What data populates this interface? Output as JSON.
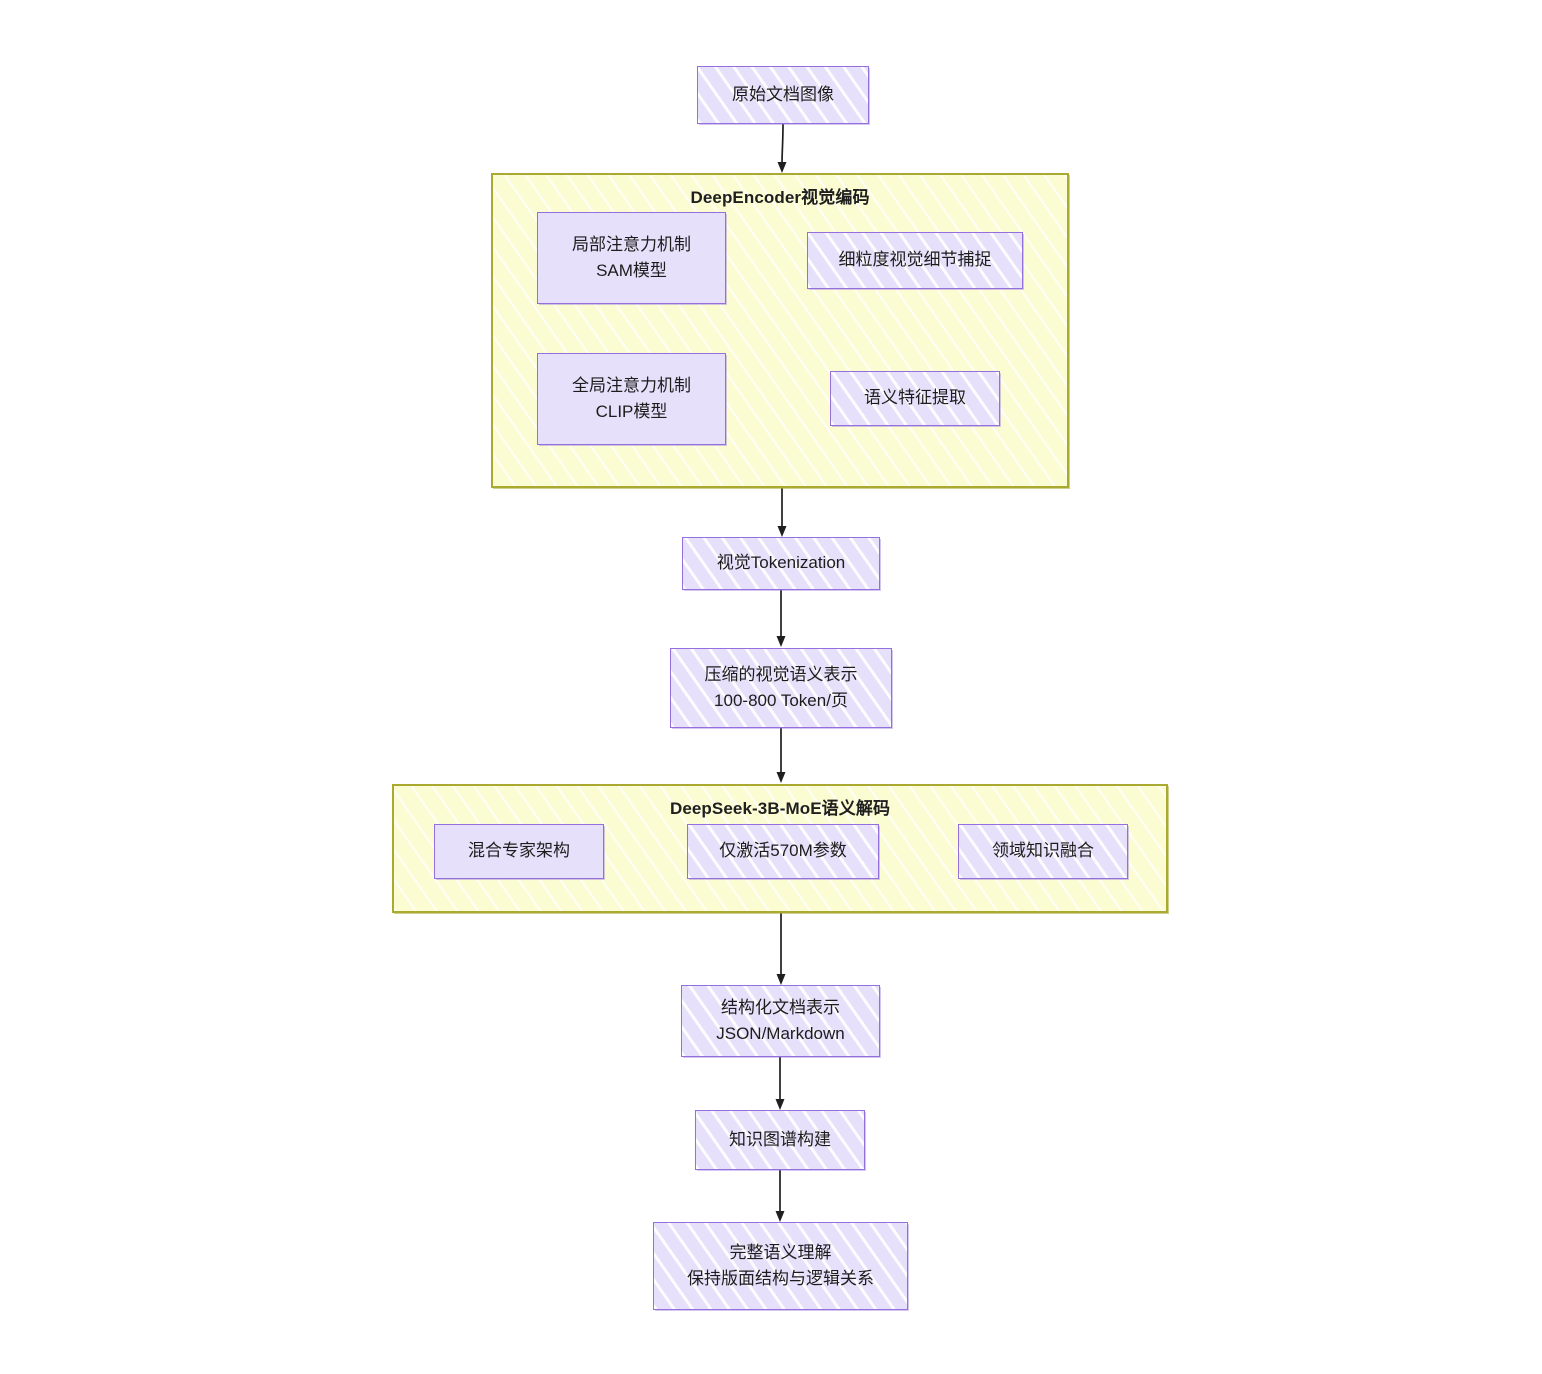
{
  "diagram": {
    "type": "flowchart",
    "direction": "top-to-bottom",
    "title_visible": false,
    "colors": {
      "node_fill": "#e6e0fa",
      "node_border": "#9370DB",
      "subgraph_fill": "#fcfcd2",
      "subgraph_border": "#aaaa33",
      "edge": "#1f1f1f",
      "text": "#1d1d1d"
    }
  },
  "nodes": {
    "source_image": {
      "label": "原始文档图像"
    },
    "local_attention": {
      "line1": "局部注意力机制",
      "line2": "SAM模型"
    },
    "fine_detail": {
      "label": "细粒度视觉细节捕捉"
    },
    "global_attention": {
      "line1": "全局注意力机制",
      "line2": "CLIP模型"
    },
    "semantic_feature": {
      "label": "语义特征提取"
    },
    "tokenization": {
      "label": "视觉Tokenization"
    },
    "compressed": {
      "line1": "压缩的视觉语义表示",
      "line2": "100-800 Token/页"
    },
    "moe_arch": {
      "label": "混合专家架构"
    },
    "activated_params": {
      "label": "仅激活570M参数"
    },
    "domain_knowledge": {
      "label": "领域知识融合"
    },
    "structured_doc": {
      "line1": "结构化文档表示",
      "line2": "JSON/Markdown"
    },
    "knowledge_graph": {
      "label": "知识图谱构建"
    },
    "full_semantic": {
      "line1": "完整语义理解",
      "line2": "保持版面结构与逻辑关系"
    }
  },
  "subgraphs": {
    "deep_encoder": {
      "title": "DeepEncoder视觉编码"
    },
    "deepseek_moe": {
      "title": "DeepSeek-3B-MoE语义解码"
    }
  },
  "edges": [
    {
      "from": "source_image",
      "to": "deep_encoder"
    },
    {
      "from": "local_attention",
      "to": "fine_detail"
    },
    {
      "from": "global_attention",
      "to": "semantic_feature"
    },
    {
      "from": "deep_encoder",
      "to": "tokenization"
    },
    {
      "from": "tokenization",
      "to": "compressed"
    },
    {
      "from": "compressed",
      "to": "deepseek_moe"
    },
    {
      "from": "moe_arch",
      "to": "activated_params"
    },
    {
      "from": "activated_params",
      "to": "domain_knowledge"
    },
    {
      "from": "deepseek_moe",
      "to": "structured_doc"
    },
    {
      "from": "structured_doc",
      "to": "knowledge_graph"
    },
    {
      "from": "knowledge_graph",
      "to": "full_semantic"
    }
  ]
}
